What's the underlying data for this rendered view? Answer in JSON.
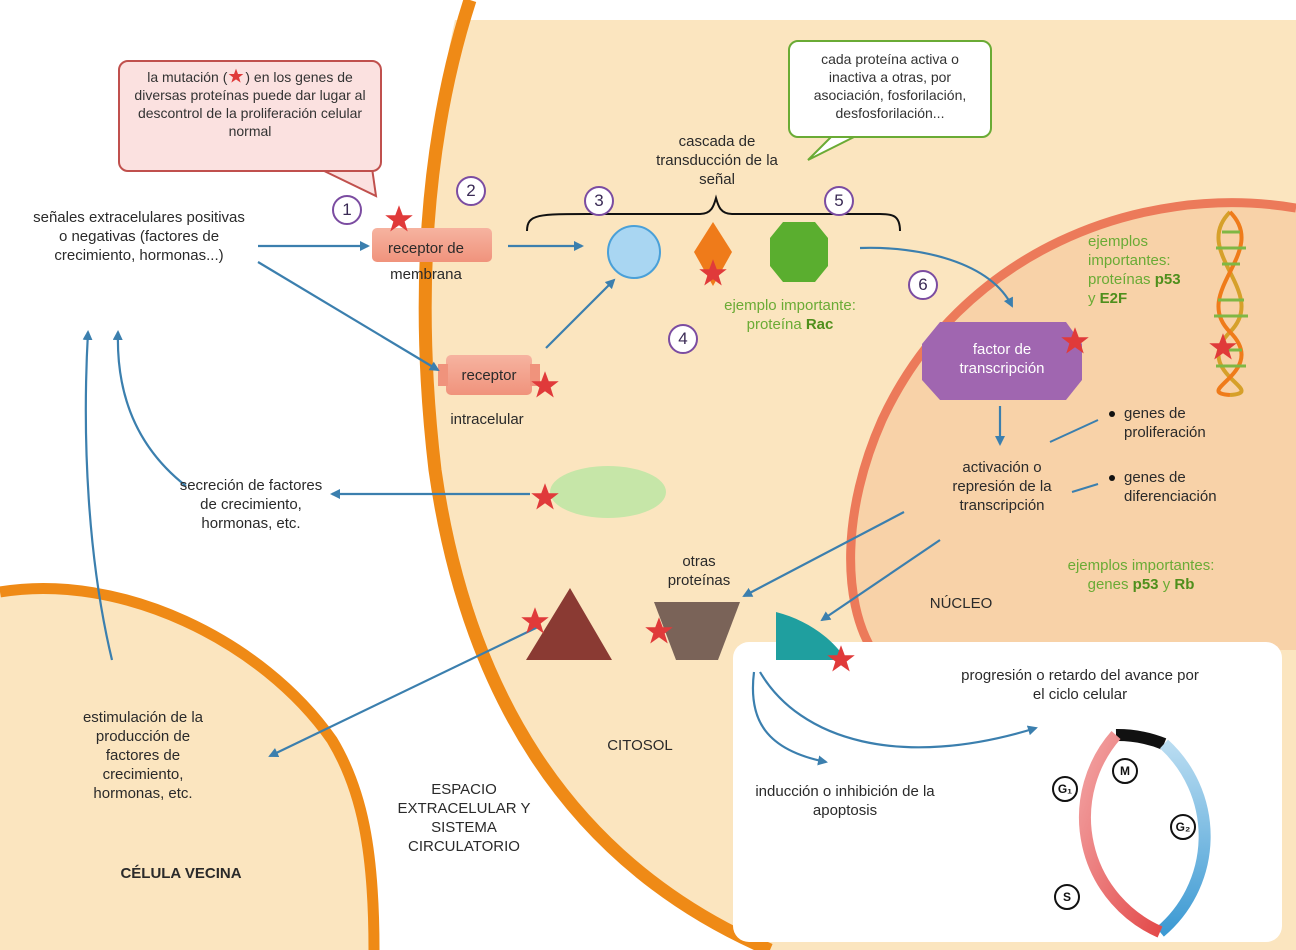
{
  "callouts": {
    "mutation": {
      "before": "la mutación (",
      "after": ") en los genes de diversas proteínas puede dar lugar al descontrol de la proliferación celular normal"
    },
    "cascade_note": "cada proteína activa o inactiva a otras, por asociación, fosforilación, desfosforilación..."
  },
  "steps": [
    "1",
    "2",
    "3",
    "4",
    "5",
    "6"
  ],
  "labels": {
    "signals": "señales extracelulares positivas o negativas (factores de crecimiento, hormonas...)",
    "receptor_membrane": "receptor de membrana",
    "receptor_intracellular_1": "receptor",
    "receptor_intracellular_2": "intracelular",
    "cascade": "cascada de transducción de la señal",
    "rac_example_1": "ejemplo importante:",
    "rac_example_2": "proteína",
    "rac_example_bold": "Rac",
    "tf_example_1": "ejemplos importantes: proteínas",
    "tf_example_bold_1": "p53",
    "tf_example_mid": "y",
    "tf_example_bold_2": "E2F",
    "transcription_factor": "factor de transcripción",
    "activation": "activación o represión de la transcripción",
    "genes_prolif": "genes de proliferación",
    "genes_diff": "genes de diferenciación",
    "genes_example_1": "ejemplos importantes: genes",
    "genes_example_bold_1": "p53",
    "genes_example_mid": "y",
    "genes_example_bold_2": "Rb",
    "nucleus": "NÚCLEO",
    "secretion": "secreción de factores de crecimiento, hormonas, etc.",
    "other_proteins": "otras proteínas",
    "cytosol": "CITOSOL",
    "stimulation": "estimulación de la producción de factores de crecimiento, hormonas, etc.",
    "extracellular": "ESPACIO EXTRACELULAR Y SISTEMA CIRCULATORIO",
    "neighbor_cell": "CÉLULA VECINA",
    "apoptosis": "inducción o inhibición de la apoptosis",
    "cell_cycle": "progresión o retardo del avance por el ciclo celular"
  },
  "cell_cycle_phases": {
    "g1": "G₁",
    "m": "M",
    "g2": "G₂",
    "s": "S"
  },
  "colors": {
    "cell_fill": "#fbe5bf",
    "membrane": "#ef8a16",
    "nucleus_membrane": "#ec7a5a",
    "arrow": "#3b7fae",
    "star": "#e03a3a",
    "step_ring": "#7b4ca1",
    "example_green": "#6aab35",
    "callout_red": "#c0504d",
    "callout_green": "#6aab35"
  },
  "icons": [
    "mutation-star-icon",
    "dna-helix-icon",
    "cell-cycle-icon"
  ]
}
